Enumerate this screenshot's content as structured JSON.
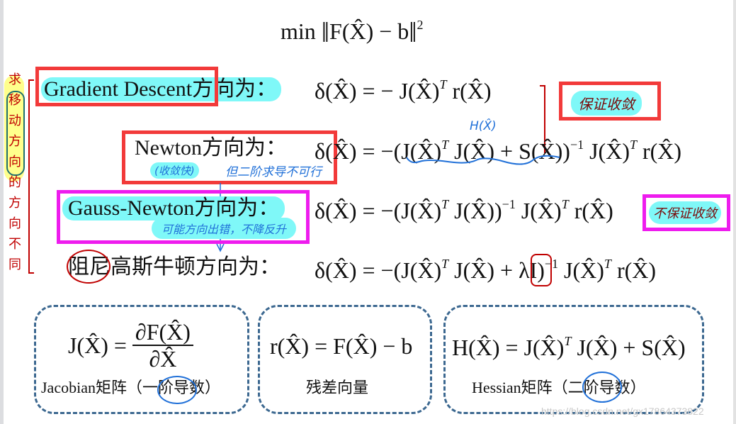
{
  "objective": {
    "prefix": "min",
    "expr": "F(X̂) − b",
    "power": "2"
  },
  "methods": [
    {
      "id": "gradient-descent",
      "label_en": "Gradient Descent",
      "label_cn": "方向为：",
      "formula_parts": [
        "δ(X̂) = − J(X̂)",
        "T",
        " r(X̂)"
      ],
      "note": "保证收敛"
    },
    {
      "id": "newton",
      "label_en": "Newton",
      "label_cn": "方向为：",
      "formula_parts": [
        "δ(X̂) = −(J(X̂)",
        "T",
        " J(X̂) + S(X̂))",
        "−1",
        " J(X̂)",
        "T",
        " r(X̂)"
      ],
      "annotation_h": "H(X̂)",
      "note_fast": "(收敛快)",
      "note_infeasible": "但二阶求导不可行"
    },
    {
      "id": "gauss-newton",
      "label_en": "Gauss-Newton",
      "label_cn": "方向为：",
      "formula_parts": [
        "δ(X̂) = −(J(X̂)",
        "T",
        " J(X̂))",
        "−1",
        " J(X̂)",
        "T",
        " r(X̂)"
      ],
      "note_below": "可能方向出错，不降反升",
      "note": "不保证收敛"
    },
    {
      "id": "levenberg-marquardt",
      "label_cn": "阻尼高斯牛顿方向为：",
      "formula_parts": [
        "δ(X̂) = −(J(X̂)",
        "T",
        " J(X̂) + λI)",
        "−1",
        " J(X̂)",
        "T",
        " r(X̂)"
      ]
    }
  ],
  "side_note": {
    "chars": [
      "求",
      "移",
      "动",
      "方",
      "向",
      "的",
      "方",
      "向",
      "不",
      "同"
    ]
  },
  "definitions": [
    {
      "id": "jacobian",
      "lhs": "J(X̂) =",
      "num": "∂F(X̂)",
      "den": "∂X̂",
      "caption": "Jacobian矩阵（一阶导数）"
    },
    {
      "id": "residual",
      "formula": "r(X̂) = F(X̂) − b",
      "caption": "残差向量"
    },
    {
      "id": "hessian",
      "formula_parts": [
        "H(X̂) = J(X̂)",
        "T",
        " J(X̂) + S(X̂)"
      ],
      "caption": "Hessian矩阵（二阶导数）"
    }
  ],
  "watermark": "https://blog.csdn.net/gx17864373822",
  "colors": {
    "highlight_cyan": "#7ff8f8",
    "highlight_yellow": "#ffff66",
    "box_red": "#f23a3a",
    "box_magenta": "#ee1cee",
    "dash_blue": "#3c6890",
    "ink_blue": "#2070d8",
    "ink_red": "#c00000"
  }
}
